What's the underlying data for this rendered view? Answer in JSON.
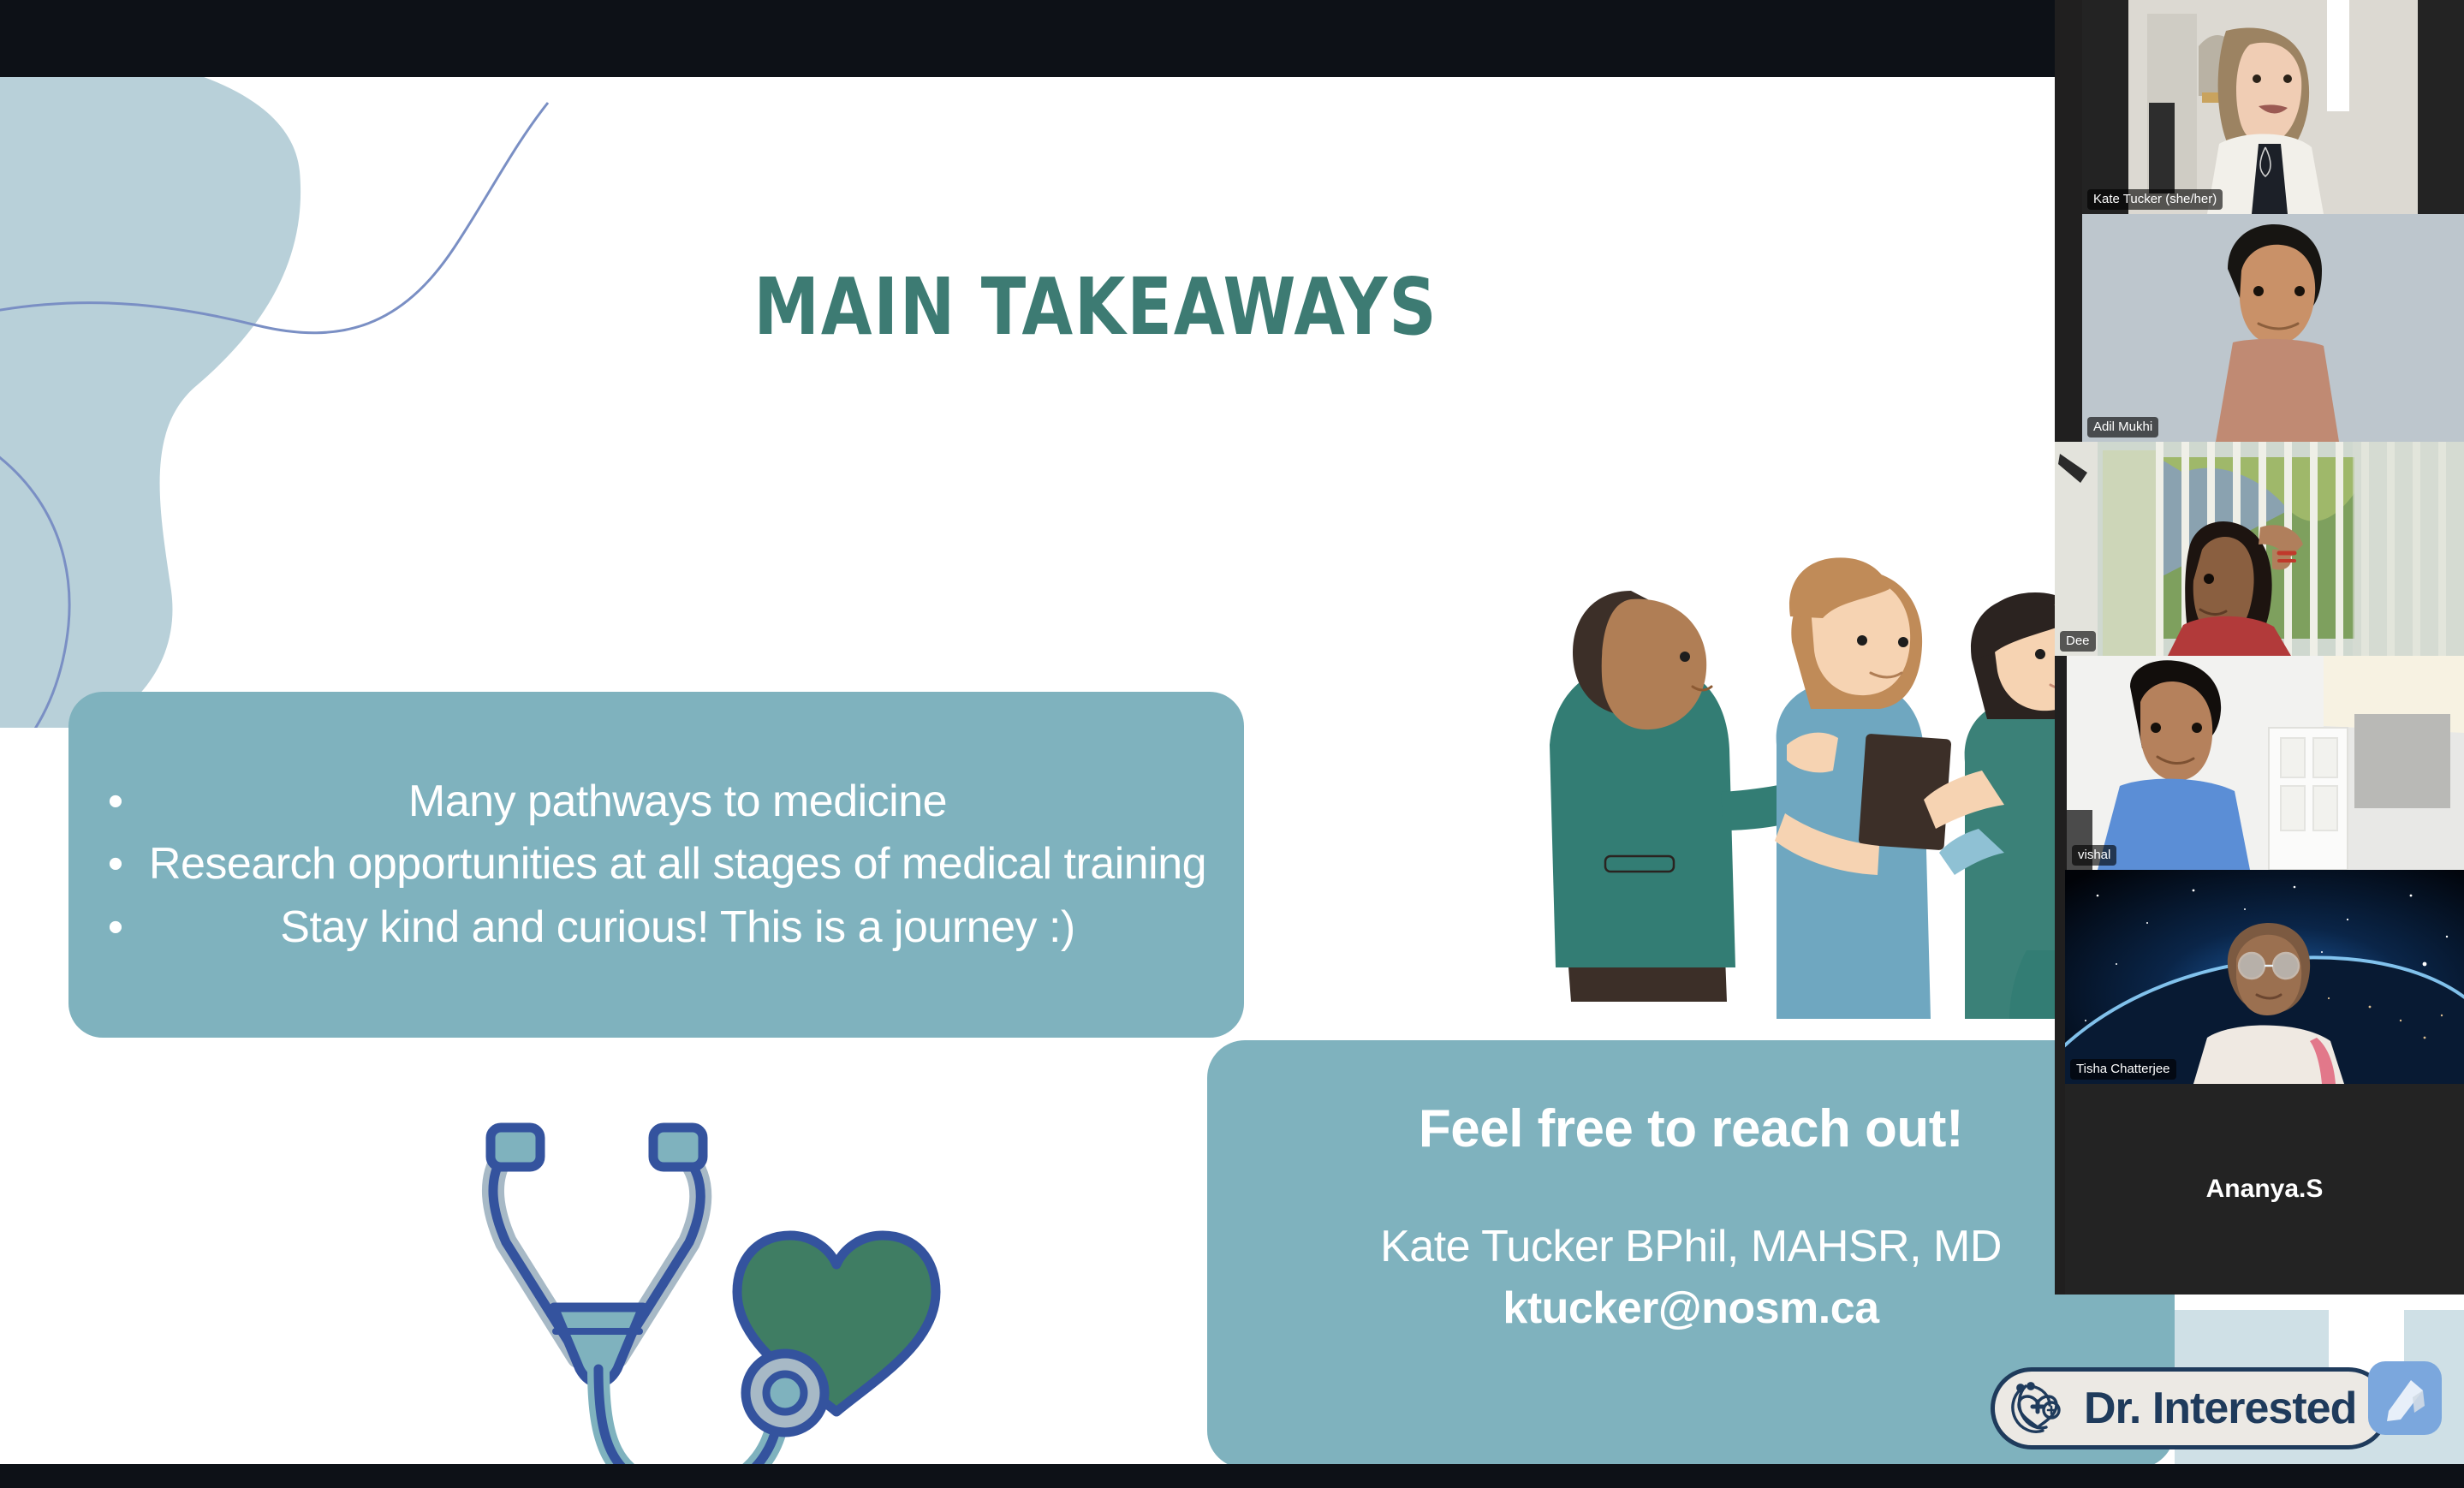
{
  "app": {
    "name": "Zoom Meeting",
    "view": "screen-share-with-filmstrip"
  },
  "slide": {
    "title": "MAIN TAKEAWAYS",
    "title_color": "#3d7b73",
    "card_color": "#7fb2be",
    "background_color": "#ffffff",
    "blob_color": "#b8d0d9",
    "accent_line_color": "#7a8fc4",
    "bullets": [
      {
        "marker": "•",
        "text": "Many pathways to medicine"
      },
      {
        "marker": "•",
        "text": "Research opportunities at all stages of medical training"
      },
      {
        "marker": "•",
        "text": "Stay kind and curious! This is a journey :)"
      }
    ],
    "contact": {
      "heading": "Feel free to reach out!",
      "name": "Kate Tucker BPhil, MAHSR, MD",
      "email": "ktucker@nosm.ca"
    },
    "illustrations": [
      {
        "name": "medical-team-illustration",
        "description": "Three clinicians in teal and blue scrubs reviewing a chart"
      },
      {
        "name": "stethoscope-heart-illustration",
        "description": "Blue stethoscope wrapped around a green heart"
      }
    ],
    "logo": {
      "text": "Dr. Interested",
      "text_color": "#1f3b5c",
      "pill_color": "#ece9e4",
      "icon": "stethoscope-heart-cross-icon"
    },
    "annotate_badge": {
      "name": "annotation-tool-badge",
      "color": "#7ba7dd"
    }
  },
  "filmstrip": {
    "background_color": "#201f1f",
    "tiles": [
      {
        "name": "Kate Tucker (she/her)",
        "video_on": true,
        "label_position": "bottom-left"
      },
      {
        "name": "Adil Mukhi",
        "video_on": true,
        "label_position": "bottom-left"
      },
      {
        "name": "Dee",
        "video_on": true,
        "label_position": "bottom-left"
      },
      {
        "name": "vishal",
        "video_on": true,
        "label_position": "bottom-left"
      },
      {
        "name": "Tisha Chatterjee",
        "video_on": true,
        "label_position": "bottom-left"
      },
      {
        "name": "Ananya.S",
        "video_on": false,
        "label_position": "center"
      }
    ]
  }
}
